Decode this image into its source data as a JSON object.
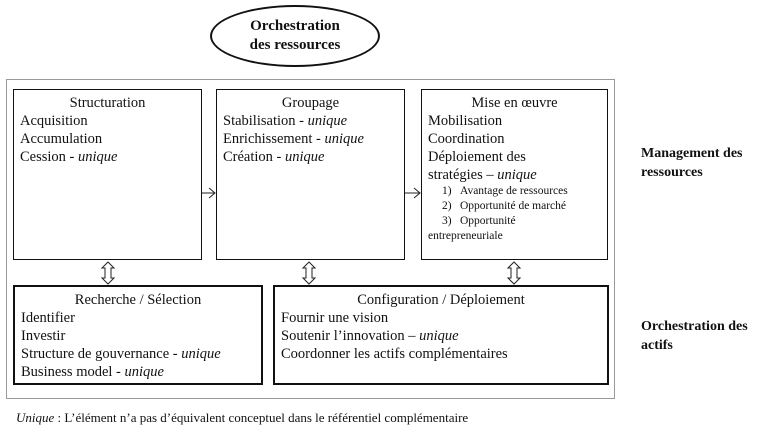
{
  "ellipse": {
    "line1": "Orchestration",
    "line2": "des ressources"
  },
  "structuration": {
    "title": "Structuration",
    "items": [
      "Acquisition",
      "Accumulation",
      "Cession - "
    ],
    "cession_tag": "unique"
  },
  "groupage": {
    "title": "Groupage",
    "items": [
      {
        "text": "Stabilisation - ",
        "tag": "unique"
      },
      {
        "text": "Enrichissement - ",
        "tag": "unique"
      },
      {
        "text": "Création - ",
        "tag": "unique"
      }
    ]
  },
  "mise_en_oeuvre": {
    "title": "Mise en œuvre",
    "items": [
      "Mobilisation",
      "Coordination",
      "Déploiement des"
    ],
    "strategies_text": "stratégies – ",
    "strategies_tag": "unique",
    "subitems": [
      {
        "num": "1)",
        "text": "Avantage de ressources"
      },
      {
        "num": "2)",
        "text": "Opportunité de marché"
      },
      {
        "num": "3)",
        "text": "Opportunité"
      }
    ],
    "subitem3_cont": "entrepreneuriale"
  },
  "recherche": {
    "title": "Recherche / Sélection",
    "items": [
      {
        "text": "Identifier",
        "tag": ""
      },
      {
        "text": "Investir",
        "tag": ""
      },
      {
        "text": "Structure de gouvernance - ",
        "tag": "unique"
      },
      {
        "text": "Business model - ",
        "tag": "unique"
      }
    ]
  },
  "configuration": {
    "title": "Configuration / Déploiement",
    "items": [
      {
        "text": "Fournir une vision",
        "tag": ""
      },
      {
        "text": "Soutenir l’innovation – ",
        "tag": "unique"
      },
      {
        "text": "Coordonner les actifs complémentaires",
        "tag": ""
      }
    ]
  },
  "labels": {
    "management_line1": "Management des",
    "management_line2": "ressources",
    "orchestration_line1": "Orchestration des",
    "orchestration_line2": "actifs"
  },
  "footnote": {
    "term": "Unique",
    "text": " : L’élément n’a pas d’équivalent conceptuel dans le référentiel complémentaire"
  }
}
